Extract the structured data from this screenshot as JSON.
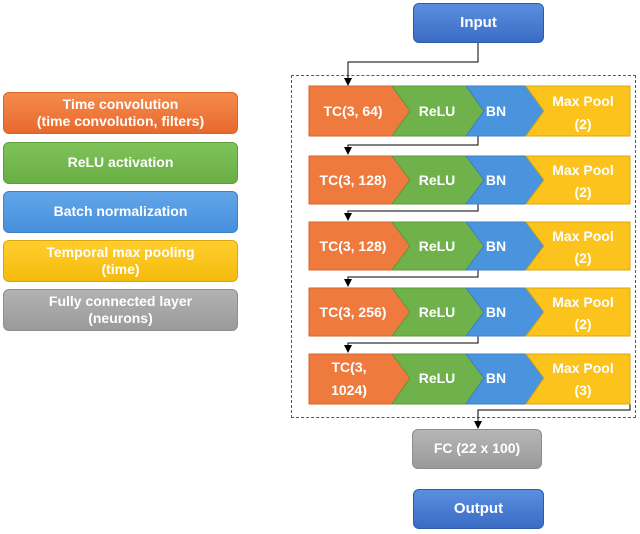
{
  "legend": {
    "items": [
      {
        "line1": "Time convolution",
        "line2": "(time convolution, filters)",
        "color": "#ef7a3d"
      },
      {
        "line1": "ReLU activation",
        "line2": "",
        "color": "#75b850"
      },
      {
        "line1": "Batch normalization",
        "line2": "",
        "color": "#539be2"
      },
      {
        "line1": "Temporal max pooling",
        "line2": "(time)",
        "color": "#fbc31c"
      },
      {
        "line1": "Fully connected layer",
        "line2": "(neurons)",
        "color": "#a6a6a6"
      }
    ]
  },
  "diagram": {
    "input_label": "Input",
    "output_label": "Output",
    "fc_label": "FC (22 x 100)",
    "blocks": [
      {
        "tc": [
          "TC(3, 64)"
        ],
        "relu": "ReLU",
        "bn": "BN",
        "pool": [
          "Max Pool",
          "(2)"
        ]
      },
      {
        "tc": [
          "TC(3, 128)"
        ],
        "relu": "ReLU",
        "bn": "BN",
        "pool": [
          "Max Pool",
          "(2)"
        ]
      },
      {
        "tc": [
          "TC(3, 128)"
        ],
        "relu": "ReLU",
        "bn": "BN",
        "pool": [
          "Max Pool",
          "(2)"
        ]
      },
      {
        "tc": [
          "TC(3, 256)"
        ],
        "relu": "ReLU",
        "bn": "BN",
        "pool": [
          "Max Pool",
          "(2)"
        ]
      },
      {
        "tc": [
          "TC(3,",
          "1024)"
        ],
        "relu": "ReLU",
        "bn": "BN",
        "pool": [
          "Max Pool",
          "(3)"
        ]
      }
    ],
    "colors": {
      "tc": "#ef7a3d",
      "relu": "#6fb14a",
      "bn": "#4a93dd",
      "pool": "#fbc31c",
      "connector": "#000000",
      "frame": "#3d5f8c"
    }
  }
}
